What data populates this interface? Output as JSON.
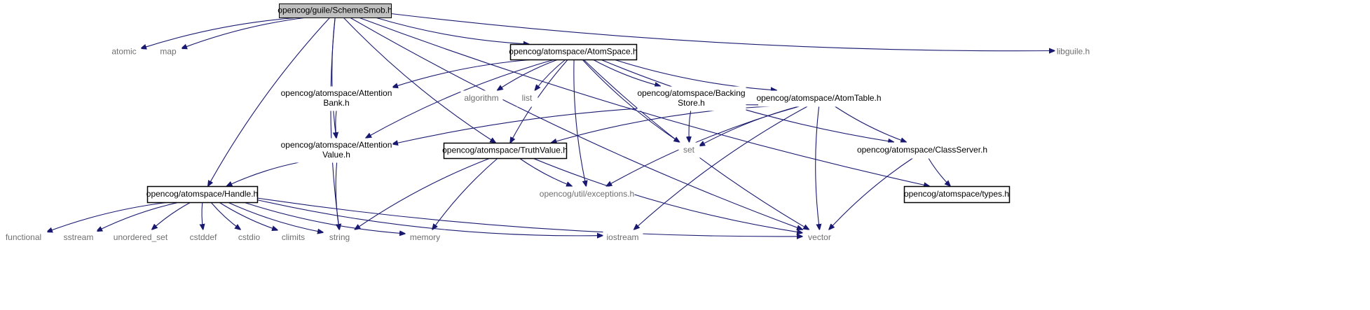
{
  "colors": {
    "edge": "#191970",
    "root_fill": "#bfbfbf",
    "normal_border": "#000000",
    "truncated_border": "#ff0000",
    "external_border": "#bfbfbf",
    "external_text": "#6f6f6f"
  },
  "legend_kinds": {
    "root": "file being documented (grey fill)",
    "normal": "documented header (black border)",
    "truncated": "graph truncated at this node (red border)",
    "external": "system / undocumented header (grey border)"
  },
  "nodes": [
    {
      "id": "scheme_smob",
      "kind": "root",
      "lines": [
        "opencog/guile/SchemeSmob.h"
      ]
    },
    {
      "id": "atomic",
      "kind": "external",
      "lines": [
        "atomic"
      ]
    },
    {
      "id": "map",
      "kind": "external",
      "lines": [
        "map"
      ]
    },
    {
      "id": "atomspace",
      "kind": "normal",
      "lines": [
        "opencog/atomspace/AtomSpace.h"
      ]
    },
    {
      "id": "libguile",
      "kind": "external",
      "lines": [
        "libguile.h"
      ]
    },
    {
      "id": "attention_bank",
      "kind": "truncated",
      "lines": [
        "opencog/atomspace/Attention",
        "Bank.h"
      ]
    },
    {
      "id": "algorithm",
      "kind": "external",
      "lines": [
        "algorithm"
      ]
    },
    {
      "id": "list",
      "kind": "external",
      "lines": [
        "list"
      ]
    },
    {
      "id": "backing_store",
      "kind": "truncated",
      "lines": [
        "opencog/atomspace/Backing",
        "Store.h"
      ]
    },
    {
      "id": "atom_table",
      "kind": "truncated",
      "lines": [
        "opencog/atomspace/AtomTable.h"
      ]
    },
    {
      "id": "attention_value",
      "kind": "truncated",
      "lines": [
        "opencog/atomspace/Attention",
        "Value.h"
      ]
    },
    {
      "id": "truth_value",
      "kind": "normal",
      "lines": [
        "opencog/atomspace/TruthValue.h"
      ]
    },
    {
      "id": "set",
      "kind": "external",
      "lines": [
        "set"
      ]
    },
    {
      "id": "class_server",
      "kind": "truncated",
      "lines": [
        "opencog/atomspace/ClassServer.h"
      ]
    },
    {
      "id": "exceptions",
      "kind": "external",
      "lines": [
        "opencog/util/exceptions.h"
      ]
    },
    {
      "id": "types",
      "kind": "normal",
      "lines": [
        "opencog/atomspace/types.h"
      ]
    },
    {
      "id": "handle",
      "kind": "normal",
      "lines": [
        "opencog/atomspace/Handle.h"
      ]
    },
    {
      "id": "functional",
      "kind": "external",
      "lines": [
        "functional"
      ]
    },
    {
      "id": "sstream",
      "kind": "external",
      "lines": [
        "sstream"
      ]
    },
    {
      "id": "unordered_set",
      "kind": "external",
      "lines": [
        "unordered_set"
      ]
    },
    {
      "id": "cstddef",
      "kind": "external",
      "lines": [
        "cstddef"
      ]
    },
    {
      "id": "cstdio",
      "kind": "external",
      "lines": [
        "cstdio"
      ]
    },
    {
      "id": "climits",
      "kind": "external",
      "lines": [
        "climits"
      ]
    },
    {
      "id": "string",
      "kind": "external",
      "lines": [
        "string"
      ]
    },
    {
      "id": "memory",
      "kind": "external",
      "lines": [
        "memory"
      ]
    },
    {
      "id": "iostream",
      "kind": "external",
      "lines": [
        "iostream"
      ]
    },
    {
      "id": "vector",
      "kind": "external",
      "lines": [
        "vector"
      ]
    }
  ],
  "edges": [
    {
      "from": "scheme_smob",
      "to": "atomic"
    },
    {
      "from": "scheme_smob",
      "to": "map"
    },
    {
      "from": "scheme_smob",
      "to": "atomspace"
    },
    {
      "from": "scheme_smob",
      "to": "libguile"
    },
    {
      "from": "scheme_smob",
      "to": "handle"
    },
    {
      "from": "scheme_smob",
      "to": "string"
    },
    {
      "from": "scheme_smob",
      "to": "attention_value"
    },
    {
      "from": "scheme_smob",
      "to": "truth_value"
    },
    {
      "from": "scheme_smob",
      "to": "types"
    },
    {
      "from": "scheme_smob",
      "to": "vector"
    },
    {
      "from": "atomspace",
      "to": "attention_bank"
    },
    {
      "from": "atomspace",
      "to": "algorithm"
    },
    {
      "from": "atomspace",
      "to": "list"
    },
    {
      "from": "atomspace",
      "to": "backing_store"
    },
    {
      "from": "atomspace",
      "to": "atom_table"
    },
    {
      "from": "atomspace",
      "to": "attention_value"
    },
    {
      "from": "atomspace",
      "to": "truth_value"
    },
    {
      "from": "atomspace",
      "to": "set"
    },
    {
      "from": "atomspace",
      "to": "exceptions"
    },
    {
      "from": "atomspace",
      "to": "class_server"
    },
    {
      "from": "atomspace",
      "to": "vector"
    },
    {
      "from": "attention_bank",
      "to": "attention_value"
    },
    {
      "from": "backing_store",
      "to": "set"
    },
    {
      "from": "atom_table",
      "to": "attention_value"
    },
    {
      "from": "atom_table",
      "to": "truth_value"
    },
    {
      "from": "atom_table",
      "to": "set"
    },
    {
      "from": "atom_table",
      "to": "exceptions"
    },
    {
      "from": "atom_table",
      "to": "class_server"
    },
    {
      "from": "atom_table",
      "to": "iostream"
    },
    {
      "from": "atom_table",
      "to": "vector"
    },
    {
      "from": "attention_value",
      "to": "handle"
    },
    {
      "from": "attention_value",
      "to": "string"
    },
    {
      "from": "truth_value",
      "to": "exceptions"
    },
    {
      "from": "truth_value",
      "to": "string"
    },
    {
      "from": "truth_value",
      "to": "memory"
    },
    {
      "from": "truth_value",
      "to": "vector"
    },
    {
      "from": "class_server",
      "to": "types"
    },
    {
      "from": "class_server",
      "to": "vector"
    },
    {
      "from": "handle",
      "to": "functional"
    },
    {
      "from": "handle",
      "to": "sstream"
    },
    {
      "from": "handle",
      "to": "unordered_set"
    },
    {
      "from": "handle",
      "to": "cstddef"
    },
    {
      "from": "handle",
      "to": "cstdio"
    },
    {
      "from": "handle",
      "to": "climits"
    },
    {
      "from": "handle",
      "to": "string"
    },
    {
      "from": "handle",
      "to": "memory"
    },
    {
      "from": "handle",
      "to": "iostream"
    },
    {
      "from": "handle",
      "to": "vector"
    }
  ]
}
